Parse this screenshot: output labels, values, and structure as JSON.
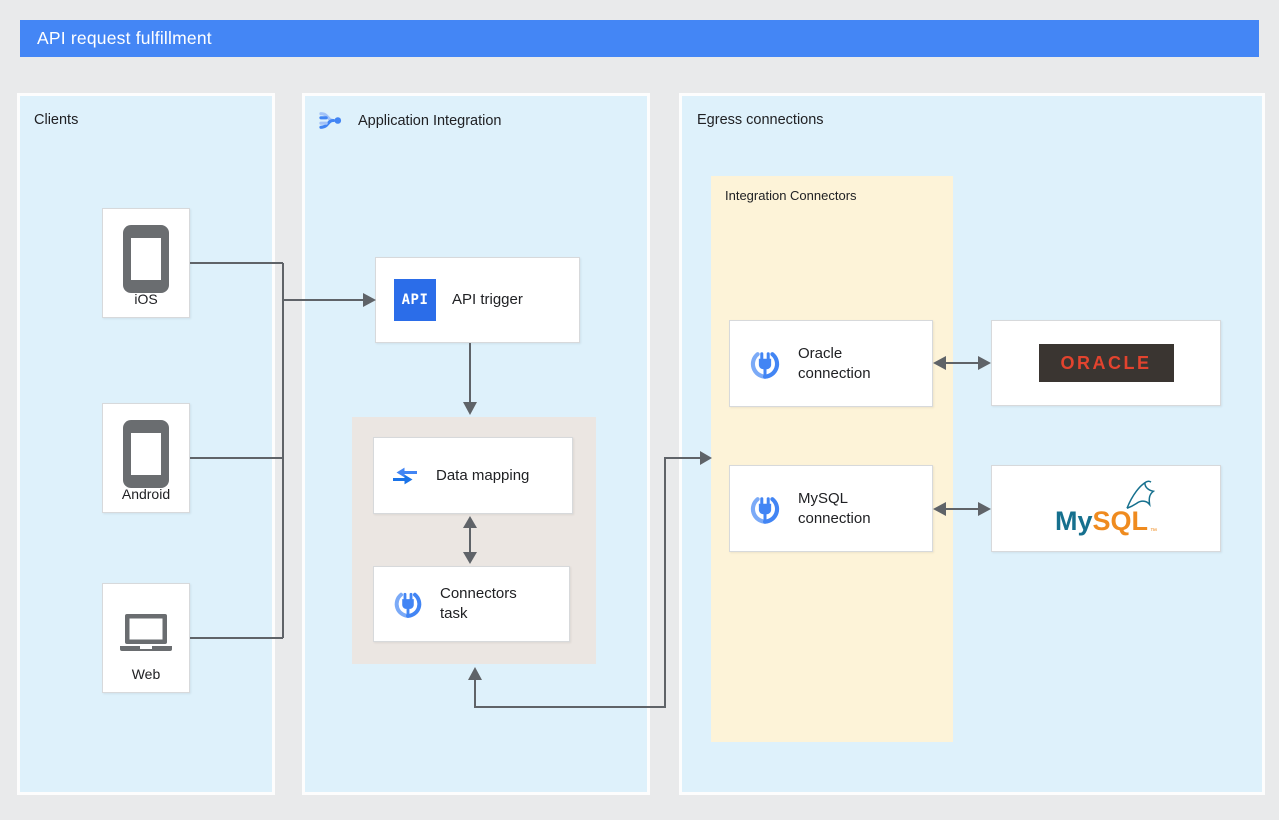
{
  "title": "API request fulfillment",
  "colors": {
    "header_bg": "#4486f5",
    "page_bg": "#e9eaeb",
    "panel_bg": "#def1fb",
    "yellow_bg": "#fdf3d8",
    "group_bg": "#ebe6e2",
    "line": "#5f6368",
    "api_badge_bg": "#2b6de9",
    "connector_blue": "#4285f4",
    "oracle_red": "#e2432e",
    "oracle_dark": "#3a3531",
    "mysql_teal": "#16708e",
    "mysql_orange": "#ef8b1f"
  },
  "clients": {
    "label": "Clients",
    "devices": [
      {
        "label": "iOS",
        "icon": "smartphone-icon"
      },
      {
        "label": "Android",
        "icon": "smartphone-icon"
      },
      {
        "label": "Web",
        "icon": "laptop-icon"
      }
    ]
  },
  "integration": {
    "label": "Application Integration",
    "api_trigger": {
      "badge": "API",
      "label": "API trigger"
    },
    "data_mapping": {
      "label": "Data mapping"
    },
    "connectors_task": {
      "label": "Connectors task"
    }
  },
  "egress": {
    "label": "Egress connections",
    "group_label": "Integration Connectors",
    "connections": [
      {
        "label": "Oracle connection"
      },
      {
        "label": "MySQL connection"
      }
    ],
    "systems": [
      {
        "name": "Oracle",
        "logo_text": "ORACLE"
      },
      {
        "name": "MySQL",
        "logo_my": "My",
        "logo_sql": "SQL",
        "logo_tm": "™"
      }
    ]
  }
}
